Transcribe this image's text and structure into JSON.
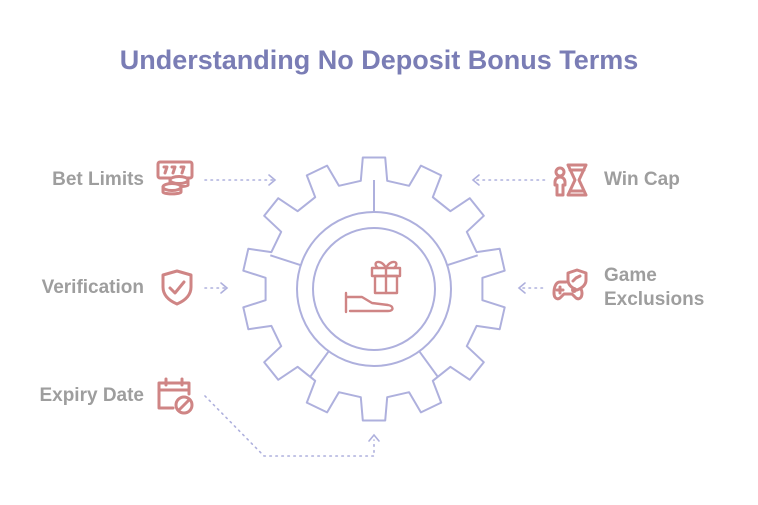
{
  "title": "Understanding No Deposit Bonus Terms",
  "colors": {
    "title": "#7a7db5",
    "label": "#9e9e9e",
    "gear_stroke": "#aeb0dd",
    "icon": "#cf8585",
    "connector": "#aeb0dd"
  },
  "center": {
    "icon": "hand-gift-icon"
  },
  "items": [
    {
      "label": "Bet Limits",
      "icon": "slot-coins-icon",
      "side": "left"
    },
    {
      "label": "Verification",
      "icon": "shield-check-icon",
      "side": "left"
    },
    {
      "label": "Expiry Date",
      "icon": "calendar-blocked-icon",
      "side": "left"
    },
    {
      "label": "Win Cap",
      "icon": "person-trophy-hourglass-icon",
      "side": "right"
    },
    {
      "label_line1": "Game",
      "label_line2": "Exclusions",
      "icon": "gamepad-shield-icon",
      "side": "right"
    }
  ]
}
